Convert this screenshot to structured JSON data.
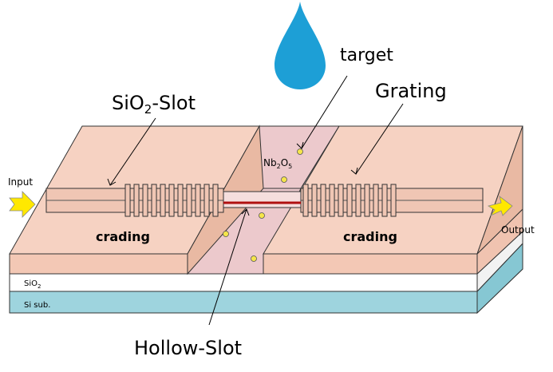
{
  "labels": {
    "target": "target",
    "sio2_slot": "SiO2-Slot",
    "sio2_slot_base": "SiO",
    "sio2_slot_sub": "2",
    "sio2_slot_tail": "-Slot",
    "grating": "Grating",
    "input": "Input",
    "output": "Output",
    "cladding_left": "crading",
    "cladding_right": "crading",
    "nb2o5": "Nb2O5",
    "nb_a": "Nb",
    "nb_b": "2",
    "nb_c": "O",
    "nb_d": "5",
    "sio2_layer": "SiO2",
    "sio2_layer_base": "SiO",
    "sio2_layer_sub": "2",
    "si_sub": "Si sub.",
    "hollow_slot": "Hollow-Slot"
  },
  "colors": {
    "cladding": "#f6d2c2",
    "cladding_top": "#f3c8b5",
    "cladding_side": "#e9b9a3",
    "channel": "#ecc9cc",
    "sio2": "#ffffff",
    "si_sub": "#a8d8e0",
    "si_sub_side": "#7fc0cc",
    "droplet": "#1d9fd6",
    "particle": "#f5e54a",
    "hollow_line": "#b01010",
    "arrow": "#ffe800"
  }
}
